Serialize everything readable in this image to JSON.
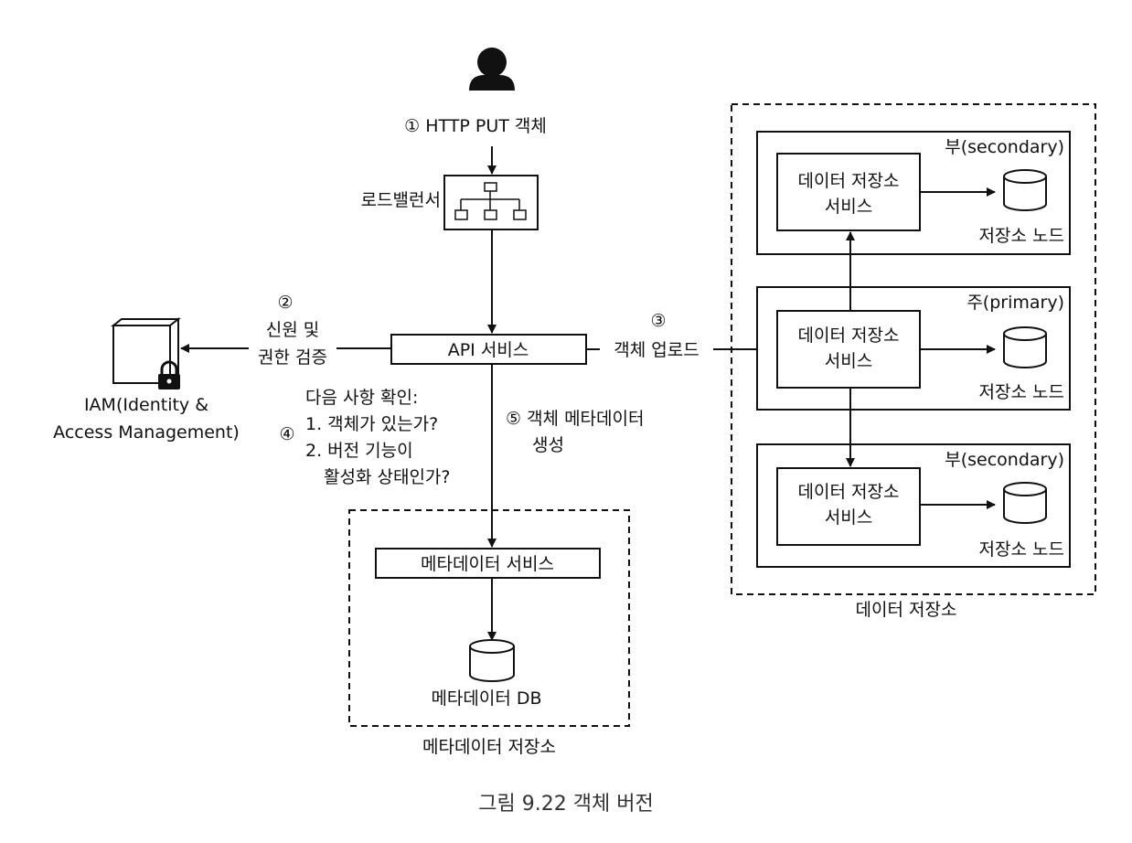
{
  "user": {
    "step1": "① HTTP PUT 객체"
  },
  "load_balancer": {
    "label": "로드밸런서"
  },
  "api": {
    "label": "API 서비스"
  },
  "iam": {
    "line1": "IAM(Identity &",
    "line2": "Access Management)"
  },
  "steps": {
    "step2_num": "②",
    "step2_line1": "신원 및",
    "step2_line2": "권한 검증",
    "step3_num": "③",
    "step3_text": "객체 업로드",
    "step4_num": "④",
    "step4_line1": "다음 사항 확인:",
    "step4_line2": "1. 객체가 있는가?",
    "step4_line3": "2. 버전 기능이",
    "step4_line4": "활성화 상태인가?",
    "step5_line1": "⑤ 객체 메타데이터",
    "step5_line2": "생성"
  },
  "metadata_store": {
    "service": "메타데이터 서비스",
    "db": "메타데이터 DB",
    "title": "메타데이터 저장소"
  },
  "data_store": {
    "title": "데이터 저장소",
    "groups": [
      {
        "role": "부(secondary)",
        "service_line1": "데이터 저장소",
        "service_line2": "서비스",
        "node": "저장소 노드"
      },
      {
        "role": "주(primary)",
        "service_line1": "데이터 저장소",
        "service_line2": "서비스",
        "node": "저장소 노드"
      },
      {
        "role": "부(secondary)",
        "service_line1": "데이터 저장소",
        "service_line2": "서비스",
        "node": "저장소 노드"
      }
    ]
  },
  "caption": "그림 9.22 객체 버전"
}
